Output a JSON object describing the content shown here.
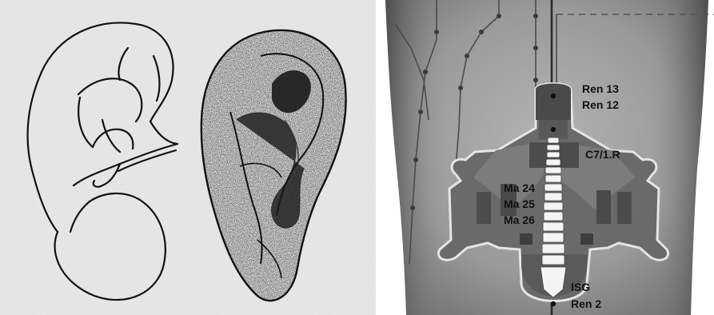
{
  "caption_fragment": "(      )",
  "labels": {
    "ren13": "Ren 13",
    "ren12": "Ren 12",
    "c7": "C7/1.R",
    "ma24": "Ma 24",
    "ma25": "Ma 25",
    "ma26": "Ma 26",
    "isg": "ISG",
    "ren2": "Ren 2"
  },
  "colors": {
    "torso": "#9a9a9a",
    "overlay_dark": "#5e5e5e",
    "overlay_mid": "#7a7a7a",
    "meridian": "#4a4a4a"
  }
}
